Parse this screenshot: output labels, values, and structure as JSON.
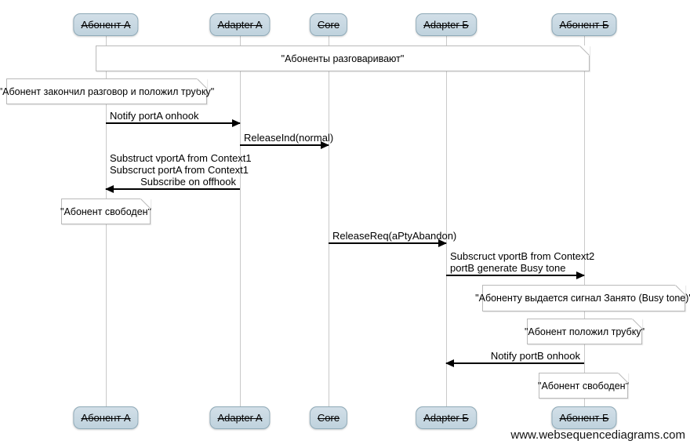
{
  "participants": [
    {
      "label": "Абонент А"
    },
    {
      "label": "Adapter A"
    },
    {
      "label": "Core"
    },
    {
      "label": "Adapter Б"
    },
    {
      "label": "Абонент Б"
    }
  ],
  "notes": [
    {
      "text": "\"Абоненты разговаривают\""
    },
    {
      "text": "\"Абонент закончил разговор и положил трубку\""
    },
    {
      "text": "\"Абонент свободен\""
    },
    {
      "text": "\"Абоненту выдается сигнал Занято (Busy tone)\""
    },
    {
      "text": "\"Абонент положил трубку\""
    },
    {
      "text": "\"Абонент свободен\""
    }
  ],
  "messages": [
    {
      "label": "Notify portA onhook",
      "from": "Абонент А",
      "to": "Adapter A"
    },
    {
      "label": "ReleaseInd(normal)",
      "from": "Adapter A",
      "to": "Core"
    },
    {
      "lines": [
        "Substruct vportA from Context1",
        "Subscruct portA from Context1",
        "Subscribe on offhook"
      ],
      "from": "Adapter A",
      "to": "Абонент А"
    },
    {
      "label": "ReleaseReq(aPtyAbandon)",
      "from": "Core",
      "to": "Adapter Б"
    },
    {
      "lines": [
        "Subscruct vportB from Context2",
        "portB generate Busy tone"
      ],
      "from": "Adapter Б",
      "to": "Абонент Б"
    },
    {
      "label": "Notify portB onhook",
      "from": "Абонент Б",
      "to": "Adapter Б"
    }
  ],
  "watermark": "www.websequencediagrams.com",
  "colors": {
    "participant_fill": "#c6d6e2",
    "participant_border": "#8ea9b7",
    "lifeline": "#c9c9c9",
    "note_border": "#b9b9b9",
    "message_line": "#000000",
    "background": "#ffffff"
  }
}
